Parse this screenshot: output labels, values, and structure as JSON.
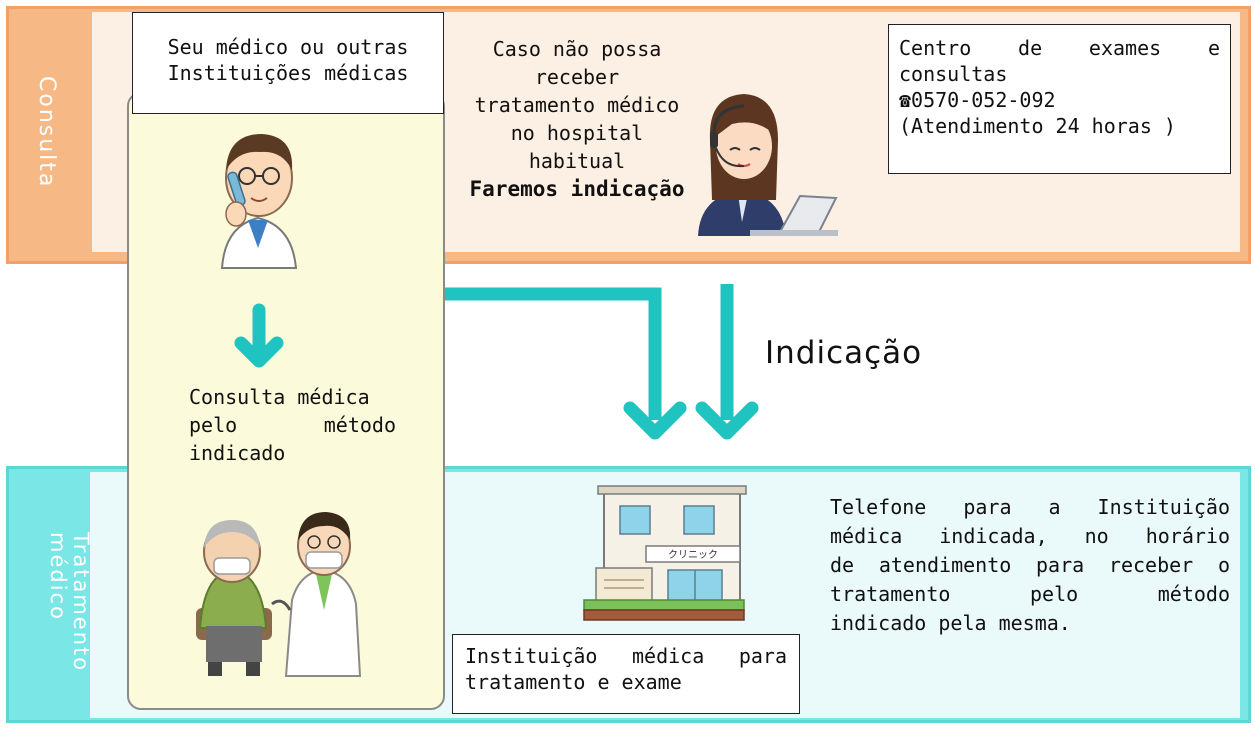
{
  "colors": {
    "orange_band": "#f6b985",
    "orange_inner": "#fcefe3",
    "teal_band": "#7ae6e6",
    "teal_inner": "#eaf9f9",
    "arrow": "#1fc4c0",
    "panel": "#fbfbdc"
  },
  "sections": {
    "consulta_label": "Consulta",
    "tratamento_label_1": "Tratamento",
    "tratamento_label_2": "médico"
  },
  "doctor_box": {
    "line1": "Seu médico ou outras",
    "line2": "Instituições médicas"
  },
  "referral_note": {
    "lines": [
      "Caso não possa",
      "receber",
      "tratamento médico",
      "no hospital",
      "habitual"
    ],
    "bold": "Faremos indicação"
  },
  "center_box": {
    "line1": "Centro de exames e",
    "line2": "consultas",
    "phone": "☎0570-052-092",
    "hours": "(Atendimento 24 horas )"
  },
  "consulta_medica": {
    "line1": "Consulta médica",
    "line2": "pelo método",
    "line3": "indicado"
  },
  "indicacao_label": "Indicação",
  "institution_box": {
    "line1": "Instituição médica para",
    "line2": "tratamento e exame"
  },
  "telefone_note": {
    "line1": "Telefone para a Instituição",
    "line2": "médica indicada, no horário",
    "line3": "de atendimento para receber o",
    "line4": "tratamento pelo método",
    "line5": "indicado pela mesma."
  },
  "clinic_sign": "クリニック",
  "icons": [
    "doctor-phone-icon",
    "call-center-operator-icon",
    "clinic-building-icon",
    "patient-doctor-icon",
    "down-arrow-icon"
  ]
}
